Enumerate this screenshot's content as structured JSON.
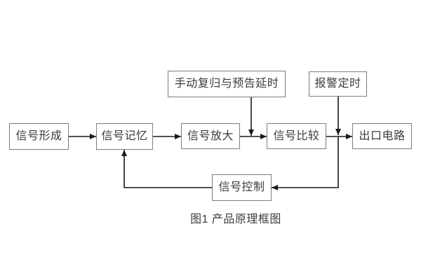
{
  "diagram": {
    "caption": "图1 产品原理框图",
    "boxes": {
      "signal_formation": "信号形成",
      "signal_memory": "信号记忆",
      "signal_amplification": "信号放大",
      "signal_comparison": "信号比较",
      "outlet_circuit": "出口电路",
      "manual_reset_delay": "手动复归与预告延时",
      "alarm_timing": "报警定时",
      "signal_control": "信号控制"
    },
    "connections": [
      "信号形成 → 信号记忆",
      "信号记忆 → 信号放大",
      "信号放大 → 信号比较",
      "信号比较 → 出口电路",
      "手动复归与预告延时 → (信号放大→信号比较 连线)",
      "报警定时 → (信号比较→出口电路 连线)",
      "信号比较/报警定时 节点 → 信号控制",
      "信号控制 → 信号记忆"
    ],
    "colors": {
      "background": "#ffffff",
      "box_border": "#7d7d7d",
      "box_fill": "#ffffff",
      "text": "#3b3b3b",
      "connector": "#1a1a1a"
    }
  }
}
